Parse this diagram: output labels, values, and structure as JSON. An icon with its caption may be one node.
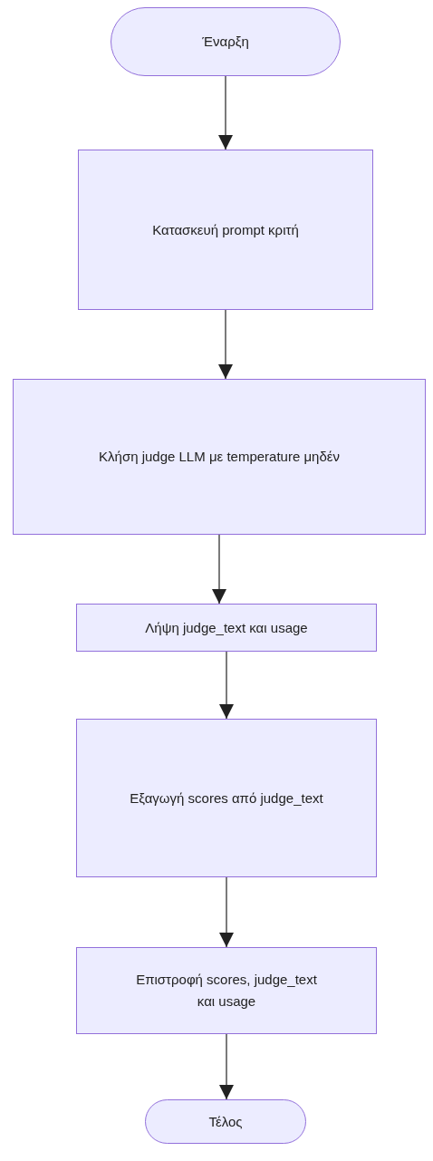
{
  "diagram": {
    "nodes": [
      {
        "text": [
          "Έναρξη"
        ]
      },
      {
        "text": [
          "Κατασκευή prompt κριτή"
        ]
      },
      {
        "text": [
          "Κλήση judge LLM με temperature μηδέν"
        ]
      },
      {
        "text": [
          "Λήψη judge_text και usage"
        ]
      },
      {
        "text": [
          "Εξαγωγή scores από judge_text"
        ]
      },
      {
        "text": [
          "Επιστροφή scores, judge_text και usage"
        ]
      },
      {
        "text": [
          "Τέλος"
        ]
      }
    ],
    "edges": [
      {
        "from": 0,
        "to": 1,
        "arrow": "to"
      },
      {
        "from": 1,
        "to": 2,
        "arrow": "to"
      },
      {
        "from": 2,
        "to": 3,
        "arrow": "to"
      },
      {
        "from": 3,
        "to": 4,
        "arrow": "to"
      },
      {
        "from": 4,
        "to": 5,
        "arrow": "to"
      },
      {
        "from": 5,
        "to": 6,
        "arrow": "to"
      }
    ]
  }
}
